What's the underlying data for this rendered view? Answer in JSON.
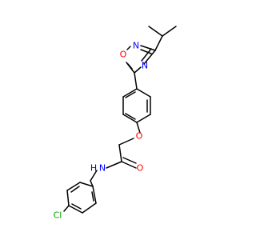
{
  "molecule": {
    "atoms": {
      "cl": {
        "symbol": "Cl",
        "color": "#00a000"
      },
      "nh": {
        "symbol": "N",
        "color": "#0000ff"
      },
      "h": {
        "symbol": "H",
        "color": "#0000ff"
      },
      "o_carbonyl": {
        "symbol": "O",
        "color": "#ff0000"
      },
      "o_ether": {
        "symbol": "O",
        "color": "#ff0000"
      },
      "o_ring": {
        "symbol": "O",
        "color": "#ff0000"
      },
      "n_ring_top": {
        "symbol": "N",
        "color": "#0000ff"
      },
      "n_ring_left": {
        "symbol": "N",
        "color": "#0000ff"
      }
    }
  }
}
